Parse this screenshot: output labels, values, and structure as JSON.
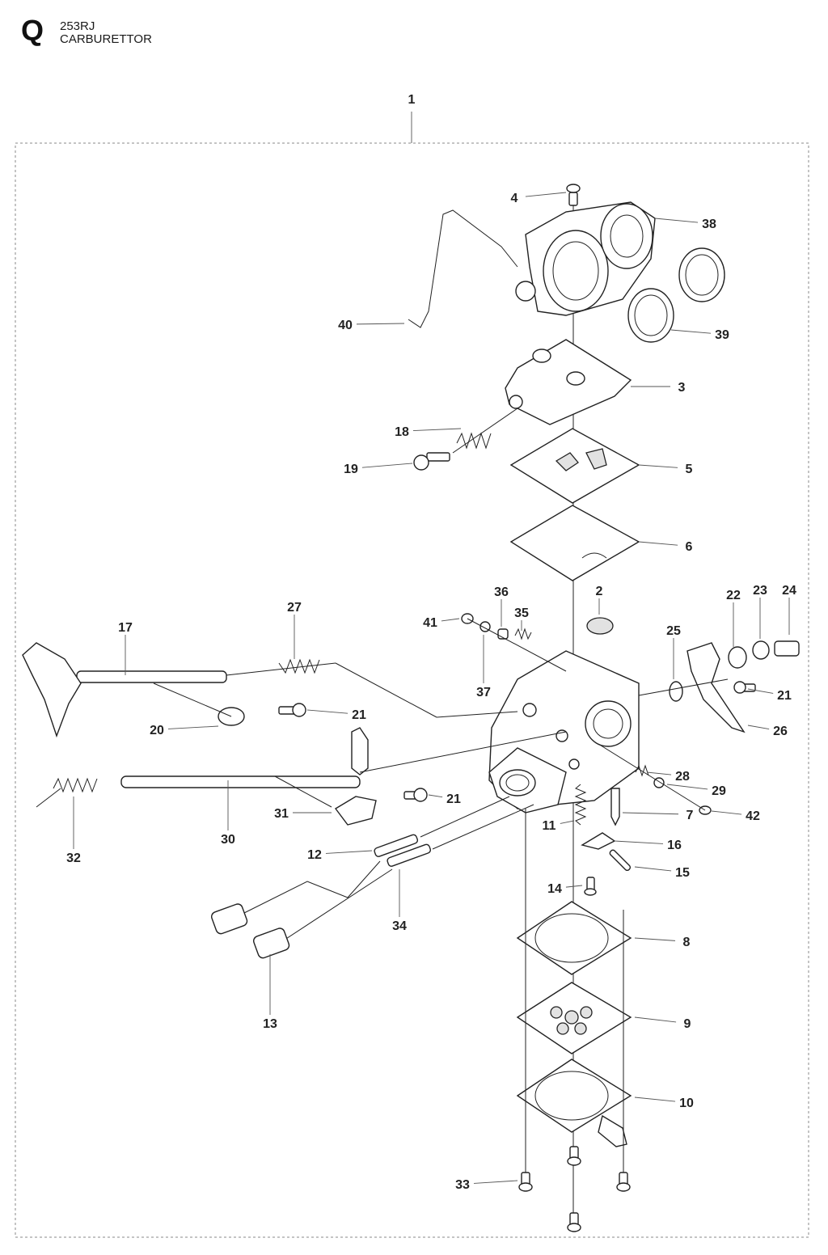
{
  "header": {
    "section_letter": "Q",
    "model": "253RJ",
    "title": "CARBURETTOR"
  },
  "assembly_label": "1",
  "callouts": [
    "2",
    "3",
    "4",
    "5",
    "6",
    "7",
    "8",
    "9",
    "10",
    "11",
    "12",
    "13",
    "14",
    "15",
    "16",
    "17",
    "18",
    "19",
    "20",
    "21",
    "21",
    "21",
    "22",
    "23",
    "24",
    "25",
    "26",
    "27",
    "28",
    "29",
    "30",
    "31",
    "32",
    "33",
    "34",
    "35",
    "36",
    "37",
    "38",
    "39",
    "40",
    "41",
    "42"
  ]
}
